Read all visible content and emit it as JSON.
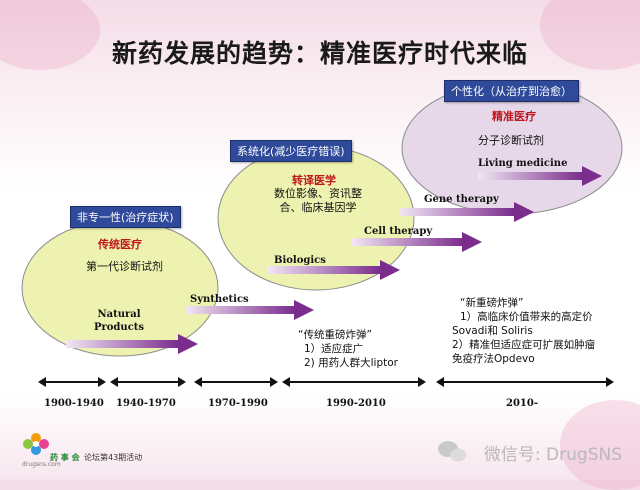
{
  "title": "新药发展的趋势：精准医疗时代来临",
  "stages": [
    {
      "tag": "非专一性(治疗症状)",
      "heading": "传统医疗",
      "desc": "第一代诊断试剂"
    },
    {
      "tag": "系统化(减少医疗错误)",
      "heading": "转译医学",
      "desc_line1": "数位影像、资讯整",
      "desc_line2": "合、临床基因学"
    },
    {
      "tag": "个性化（从治疗到治愈）",
      "heading": "精准医疗",
      "desc": "分子诊断试剂"
    }
  ],
  "arrows": {
    "natural_products_line1": "Natural",
    "natural_products_line2": "Products",
    "synthetics": "Synthetics",
    "biologics": "Biologics",
    "cell_therapy": "Cell therapy",
    "gene_therapy": "Gene therapy",
    "living_medicine": "Living medicine"
  },
  "timeline": [
    "1900-1940",
    "1940-1970",
    "1970-1990",
    "1990-2010",
    "2010-"
  ],
  "notes_1990": {
    "title": "“传统重磅炸弹”",
    "line1": "1）适应症广",
    "line2": "2) 用药人群大liptor"
  },
  "notes_2010": {
    "title": "“新重磅炸弹”",
    "line1": "1）高临床价值带来的高定价",
    "line2": "Sovadi和 Soliris",
    "line3": "2）精准但适应症可扩展如肿瘤",
    "line4": "免疫疗法Opdevo"
  },
  "footer": {
    "logo_text": "药 事 会",
    "logo_sub": "drugsns.com",
    "forum": "论坛第43期活动"
  },
  "watermark": "微信号: DrugSNS",
  "colors": {
    "ellipse_green": "#eef2b0",
    "ellipse_purple": "#e6d8e8",
    "arrow": "#7b2d8e",
    "tag_bg": "#2f4a9a"
  }
}
